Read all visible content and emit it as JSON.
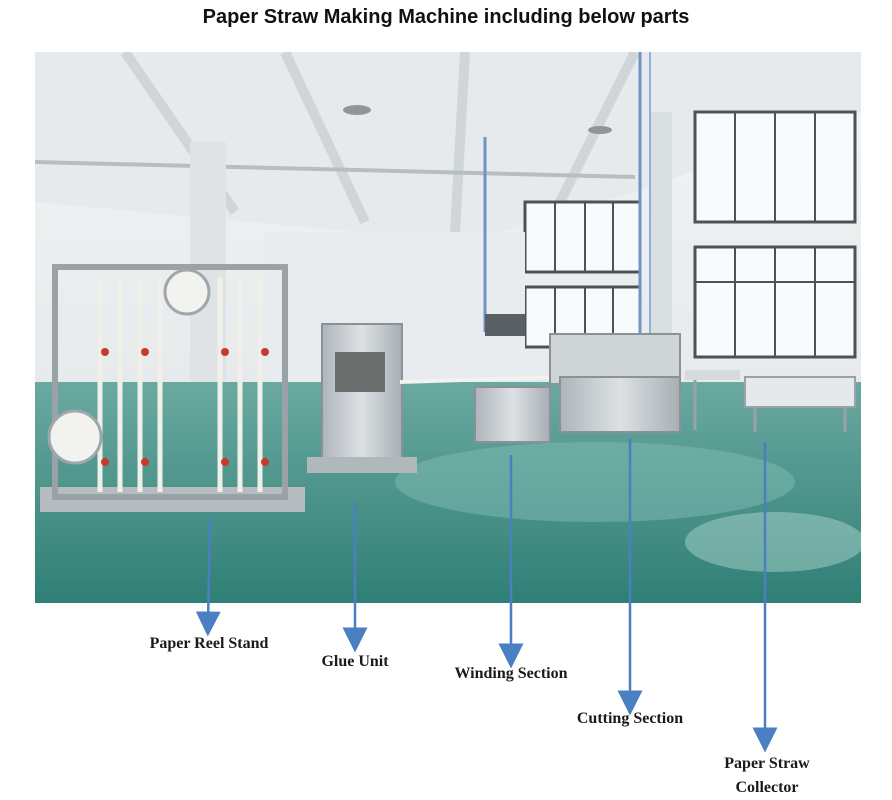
{
  "title": "Paper Straw Making Machine including below parts",
  "labels": {
    "paper_reel_stand": "Paper Reel Stand",
    "glue_unit": "Glue Unit",
    "winding_section": "Winding Section",
    "cutting_section": "Cutting Section",
    "paper_straw_collector_line1": "Paper Straw",
    "paper_straw_collector_line2": "Collector"
  },
  "colors": {
    "arrow": "#4a7fc1",
    "floor": "#3e8f85",
    "wall": "#e8ecee",
    "steel": "#c9ced2"
  }
}
